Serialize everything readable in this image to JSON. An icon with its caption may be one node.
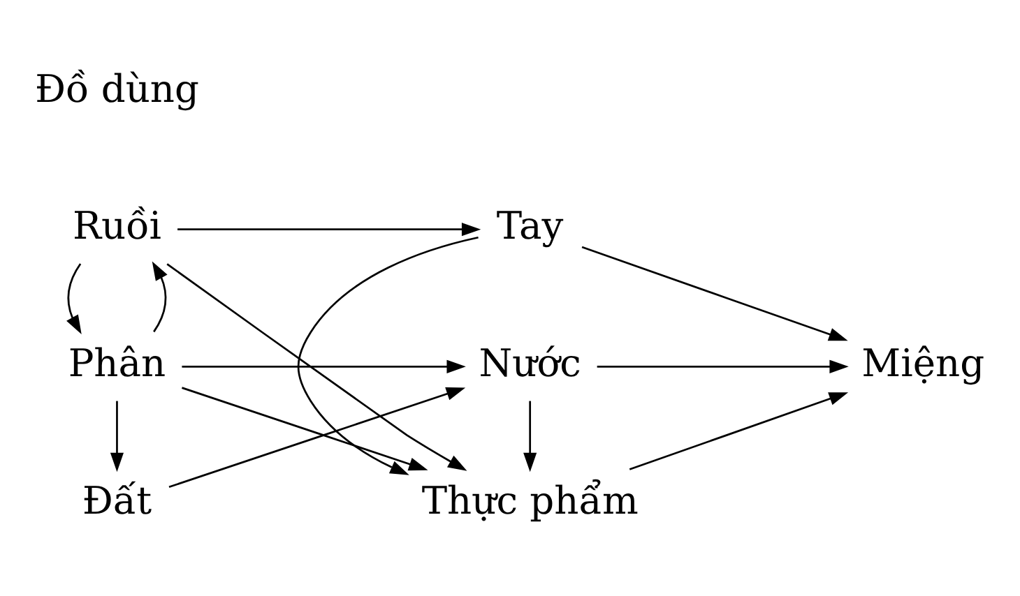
{
  "diagram": {
    "nodes": [
      {
        "text": [
          "Đất"
        ]
      },
      {
        "text": [
          "Nước"
        ]
      },
      {
        "text": [
          "Phân"
        ]
      },
      {
        "text": [
          "Thực phẩm"
        ]
      },
      {
        "text": [
          "Miệng"
        ]
      },
      {
        "text": [
          "Ruồi"
        ]
      },
      {
        "text": [
          "Tay"
        ]
      }
    ],
    "edges": [
      {
        "from": 0,
        "to": 1,
        "arrow": "to"
      },
      {
        "from": 2,
        "to": 0,
        "arrow": "to"
      },
      {
        "from": 2,
        "to": 1,
        "arrow": "to"
      },
      {
        "from": 1,
        "to": 3,
        "arrow": "to"
      },
      {
        "from": 1,
        "to": 4,
        "arrow": "to"
      },
      {
        "from": 2,
        "to": 3,
        "arrow": "to"
      },
      {
        "from": 3,
        "to": 4,
        "arrow": "to"
      },
      {
        "from": 2,
        "to": 5,
        "arrow": "to"
      },
      {
        "from": 5,
        "to": 2,
        "arrow": "to"
      },
      {
        "from": 5,
        "to": 3,
        "arrow": "to"
      },
      {
        "from": 5,
        "to": 6,
        "arrow": "to"
      },
      {
        "from": 6,
        "to": 3,
        "arrow": "to"
      },
      {
        "from": 6,
        "to": 4,
        "arrow": "to"
      }
    ],
    "labels": [
      "Đồ dùng"
    ]
  }
}
